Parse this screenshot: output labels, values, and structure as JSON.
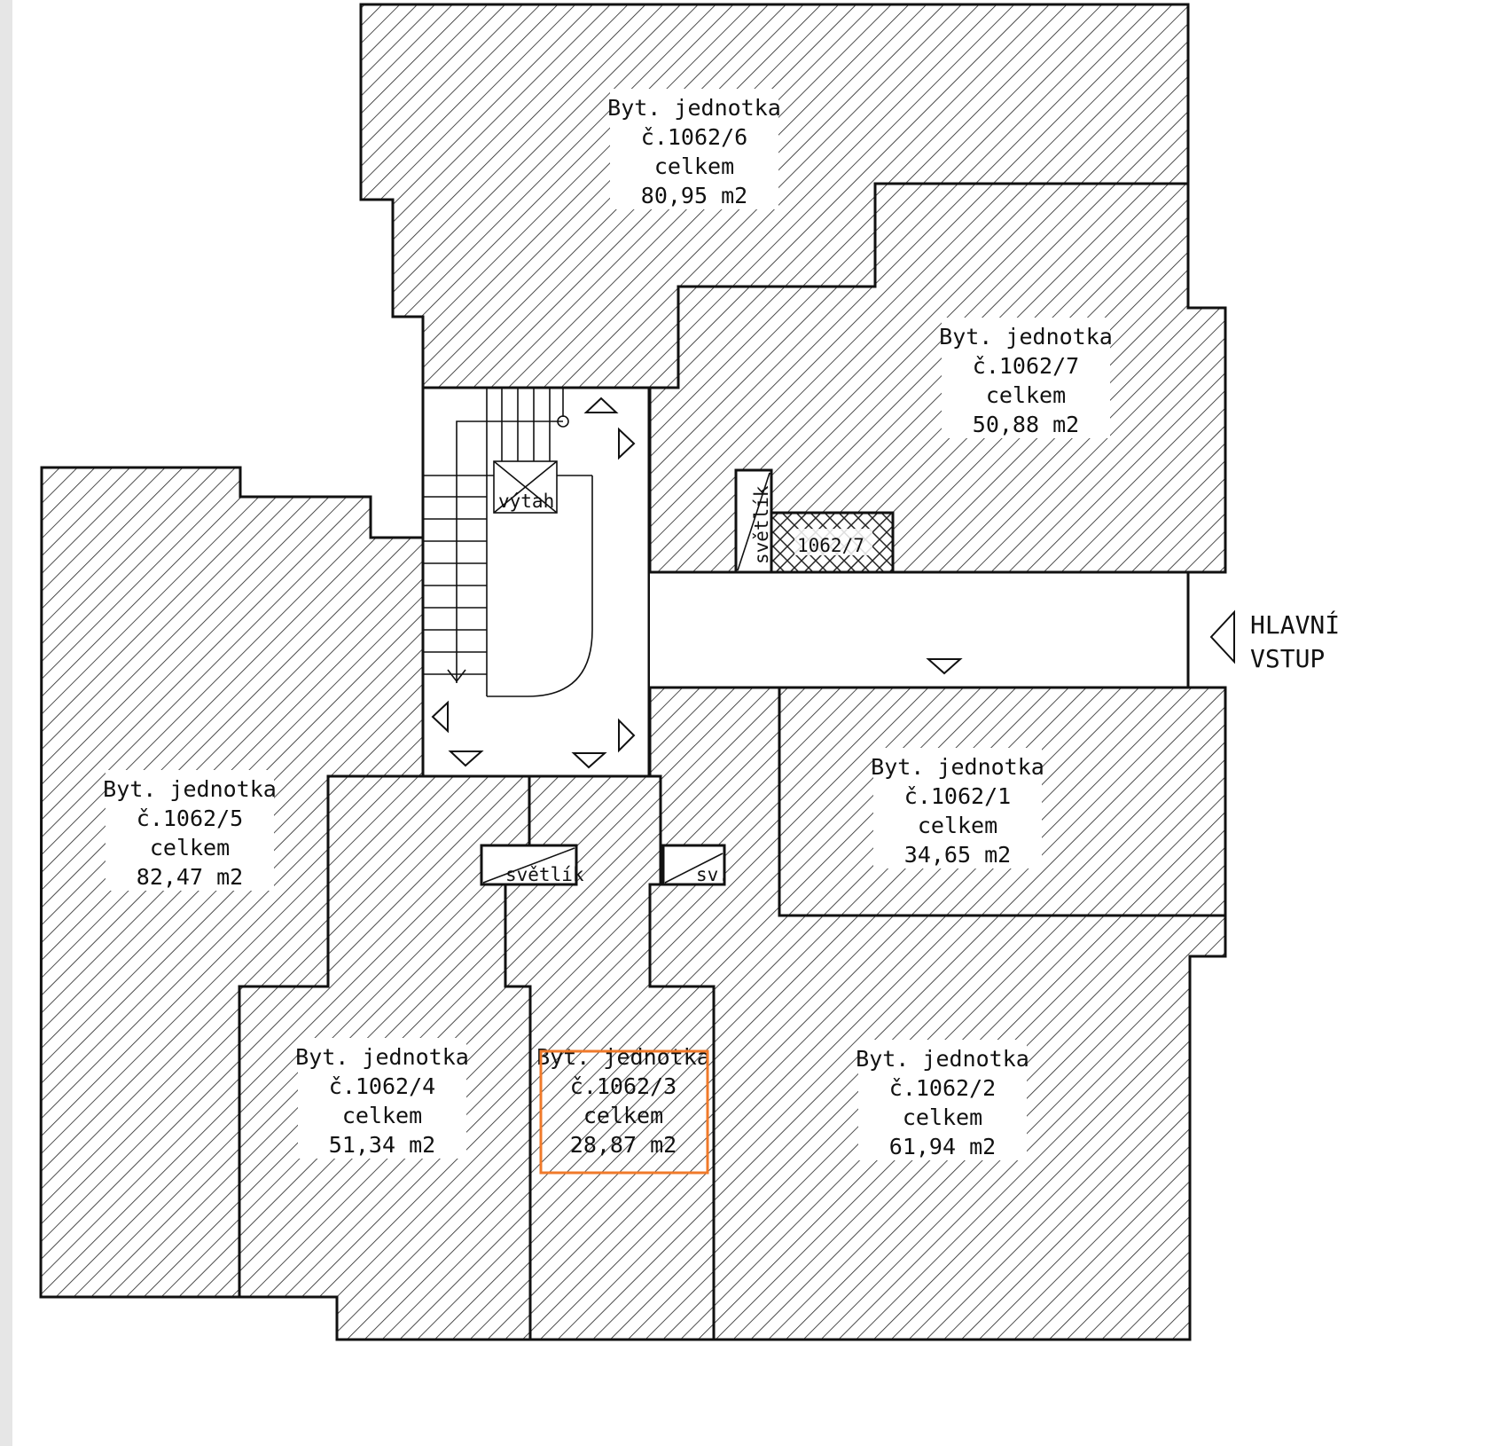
{
  "plan": {
    "units": [
      {
        "id": "1062/6",
        "line1": "Byt. jednotka",
        "line2": "č.1062/6",
        "line3": "celkem",
        "area": "80,95 m2"
      },
      {
        "id": "1062/7",
        "line1": "Byt. jednotka",
        "line2": "č.1062/7",
        "line3": "celkem",
        "area": "50,88 m2"
      },
      {
        "id": "1062/5",
        "line1": "Byt. jednotka",
        "line2": "č.1062/5",
        "line3": "celkem",
        "area": "82,47 m2"
      },
      {
        "id": "1062/1",
        "line1": "Byt. jednotka",
        "line2": "č.1062/1",
        "line3": "celkem",
        "area": "34,65 m2"
      },
      {
        "id": "1062/4",
        "line1": "Byt. jednotka",
        "line2": "č.1062/4",
        "line3": "celkem",
        "area": "51,34 m2"
      },
      {
        "id": "1062/3",
        "line1": "Byt. jednotka",
        "line2": "č.1062/3",
        "line3": "celkem",
        "area": "28,87 m2"
      },
      {
        "id": "1062/2",
        "line1": "Byt. jednotka",
        "line2": "č.1062/2",
        "line3": "celkem",
        "area": "61,94 m2"
      }
    ],
    "elevator_label": "výtah",
    "lightwell_label": "světlík",
    "lightwell_short": "sv.",
    "cellar_label": "1062/7",
    "entrance": {
      "line1": "HLAVNÍ",
      "line2": "VSTUP"
    },
    "highlight_color": "#f07a2a",
    "highlighted_unit": "1062/3"
  }
}
